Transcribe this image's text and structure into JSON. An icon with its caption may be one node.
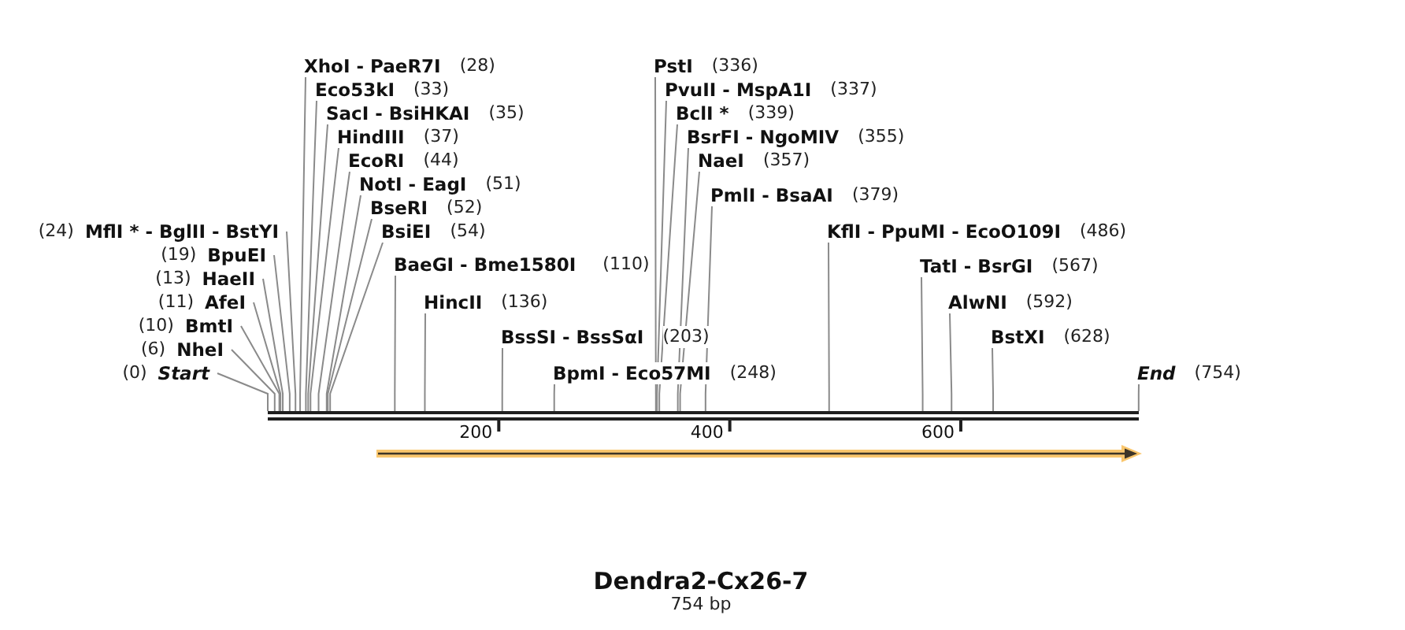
{
  "diagram": {
    "title": "Dendra2-Cx26-7",
    "caption": "754 bp",
    "nodes": [
      {
        "text": [
          "XhoI - PaeR7I",
          "(28)"
        ]
      },
      {
        "text": [
          "PstI",
          "(336)"
        ]
      },
      {
        "text": [
          "Eco53kI",
          "(33)"
        ]
      },
      {
        "text": [
          "PvuII - MspA1I",
          "(337)"
        ]
      },
      {
        "text": [
          "SacI - BsiHKAI",
          "(35)"
        ]
      },
      {
        "text": [
          "BclI *",
          "(339)"
        ]
      },
      {
        "text": [
          "HindIII",
          "(37)"
        ]
      },
      {
        "text": [
          "BsrFI - NgoMIV",
          "(355)"
        ]
      },
      {
        "text": [
          "EcoRI",
          "(44)"
        ]
      },
      {
        "text": [
          "NaeI",
          "(357)"
        ]
      },
      {
        "text": [
          "NotI - EagI",
          "(51)"
        ]
      },
      {
        "text": [
          "PmlI - BsaAI",
          "(379)"
        ]
      },
      {
        "text": [
          "BseRI",
          "(52)"
        ]
      },
      {
        "text": [
          "(24)",
          "MflI * - BglII - BstYI"
        ]
      },
      {
        "text": [
          "BsiEI",
          "(54)"
        ]
      },
      {
        "text": [
          "KflI - PpuMI - EcoO109I",
          "(486)"
        ]
      },
      {
        "text": [
          "(19)",
          "BpuEI"
        ]
      },
      {
        "text": [
          "BaeGI - Bme1580I",
          "(110)"
        ]
      },
      {
        "text": [
          "TatI - BsrGI",
          "(567)"
        ]
      },
      {
        "text": [
          "(13)",
          "HaeII"
        ]
      },
      {
        "text": [
          "(11)",
          "AfeI"
        ]
      },
      {
        "text": [
          "HincII",
          "(136)"
        ]
      },
      {
        "text": [
          "AlwNI",
          "(592)"
        ]
      },
      {
        "text": [
          "(10)",
          "BmtI"
        ]
      },
      {
        "text": [
          "BssSI - BssSαI",
          "(203)"
        ]
      },
      {
        "text": [
          "BstXI",
          "(628)"
        ]
      },
      {
        "text": [
          "(6)",
          "NheI"
        ]
      },
      {
        "text": [
          "(0)",
          "Start"
        ]
      },
      {
        "text": [
          "BpmI - Eco57MI",
          "(248)"
        ]
      },
      {
        "text": [
          "End",
          "(754)"
        ]
      },
      {
        "text": [],
        "shape": "bar"
      }
    ],
    "edges": [
      {
        "from": 0,
        "to": 30,
        "arrow": "none"
      },
      {
        "from": 1,
        "to": 30,
        "arrow": "none"
      },
      {
        "from": 2,
        "to": 30,
        "arrow": "none"
      },
      {
        "from": 3,
        "to": 30,
        "arrow": "none"
      },
      {
        "from": 4,
        "to": 30,
        "arrow": "none"
      },
      {
        "from": 5,
        "to": 30,
        "arrow": "none"
      },
      {
        "from": 6,
        "to": 30,
        "arrow": "none"
      },
      {
        "from": 7,
        "to": 30,
        "arrow": "none"
      },
      {
        "from": 8,
        "to": 30,
        "arrow": "none"
      },
      {
        "from": 9,
        "to": 30,
        "arrow": "none"
      },
      {
        "from": 10,
        "to": 30,
        "arrow": "none"
      },
      {
        "from": 11,
        "to": 30,
        "arrow": "none"
      },
      {
        "from": 12,
        "to": 30,
        "arrow": "none"
      },
      {
        "from": 13,
        "to": 30,
        "arrow": "none"
      },
      {
        "from": 14,
        "to": 30,
        "arrow": "none"
      },
      {
        "from": 15,
        "to": 30,
        "arrow": "none"
      },
      {
        "from": 16,
        "to": 30,
        "arrow": "none"
      },
      {
        "from": 17,
        "to": 30,
        "arrow": "none"
      },
      {
        "from": 18,
        "to": 30,
        "arrow": "none"
      },
      {
        "from": 19,
        "to": 30,
        "arrow": "none"
      },
      {
        "from": 20,
        "to": 30,
        "arrow": "none"
      },
      {
        "from": 21,
        "to": 30,
        "arrow": "none"
      },
      {
        "from": 22,
        "to": 30,
        "arrow": "none"
      },
      {
        "from": 23,
        "to": 30,
        "arrow": "none"
      },
      {
        "from": 24,
        "to": 30,
        "arrow": "none"
      },
      {
        "from": 25,
        "to": 30,
        "arrow": "none"
      },
      {
        "from": 26,
        "to": 30,
        "arrow": "none"
      },
      {
        "from": 27,
        "to": 30,
        "arrow": "none"
      },
      {
        "from": 28,
        "to": 30,
        "arrow": "none"
      },
      {
        "from": 29,
        "to": 30,
        "arrow": "none"
      }
    ],
    "labels": [
      "200",
      "400",
      "600"
    ]
  }
}
